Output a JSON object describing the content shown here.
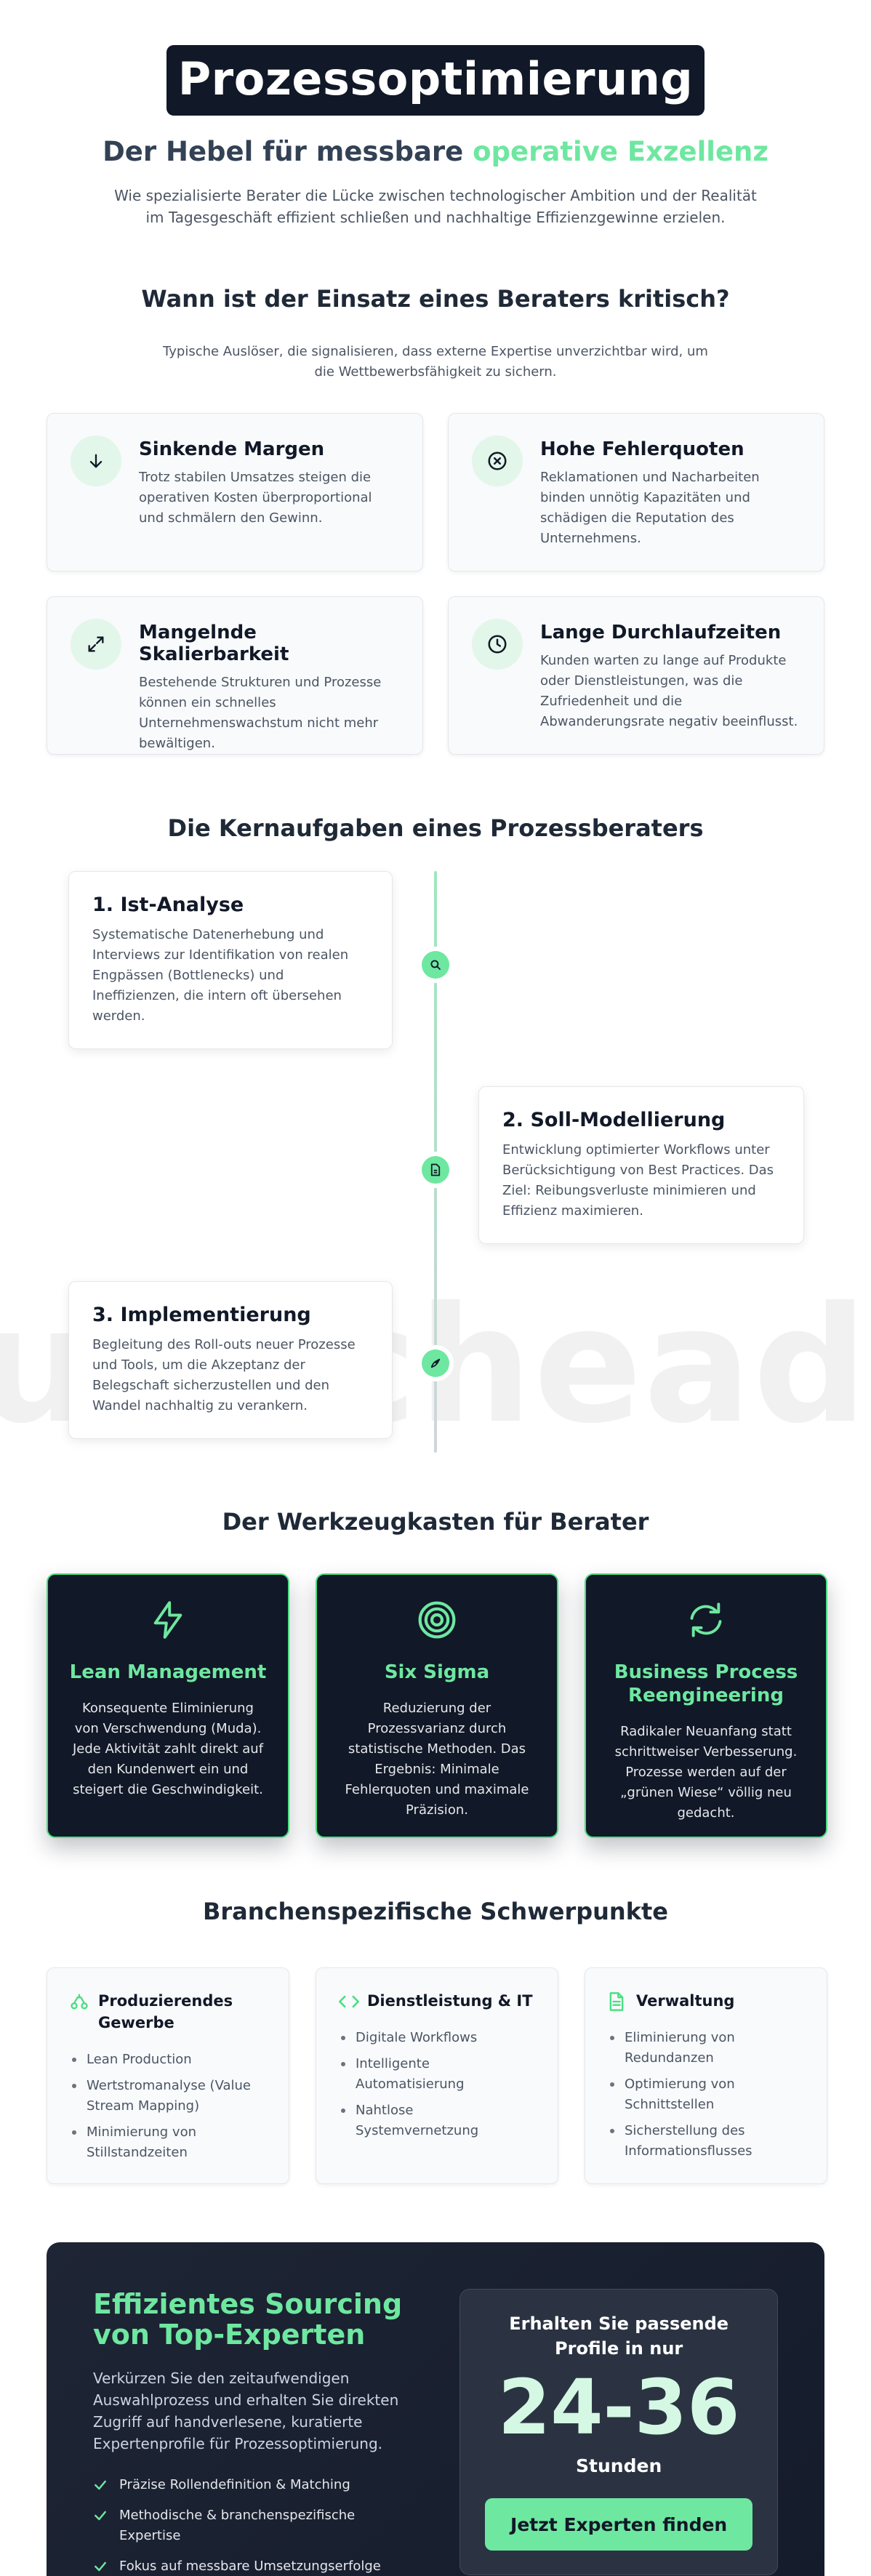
{
  "hero": {
    "title": "Prozessoptimierung",
    "subtitle_main": "Der Hebel für messbare ",
    "subtitle_accent": "operative Exzellenz",
    "description": "Wie spezialisierte Berater die Lücke zwischen technologischer Ambition und der Realität im Tagesgeschäft effizient schließen und nachhaltige Effizienzgewinne erzielen."
  },
  "triggers": {
    "title": "Wann ist der Einsatz eines Beraters kritisch?",
    "description": "Typische Auslöser, die signalisieren, dass externe Expertise unverzichtbar wird, um die Wettbewerbsfähigkeit zu sichern.",
    "items": [
      {
        "icon": "arrow-down-icon",
        "title": "Sinkende Margen",
        "text": "Trotz stabilen Umsatzes steigen die operativen Kosten überproportional und schmälern den Gewinn."
      },
      {
        "icon": "x-circle-icon",
        "title": "Hohe Fehlerquoten",
        "text": "Reklamationen und Nacharbeiten binden unnötig Kapazitäten und schädigen die Reputation des Unternehmens."
      },
      {
        "icon": "expand-arrows-icon",
        "title": "Mangelnde Skalierbarkeit",
        "text": "Bestehende Strukturen und Prozesse können ein schnelles Unternehmenswachstum nicht mehr bewältigen."
      },
      {
        "icon": "clock-icon",
        "title": "Lange Durchlaufzeiten",
        "text": "Kunden warten zu lange auf Produkte oder Dienstleistungen, was die Zufriedenheit und die Abwanderungsrate negativ beeinflusst."
      }
    ]
  },
  "process": {
    "title": "Die Kernaufgaben eines Prozessberaters",
    "watermark": "ublicheads",
    "steps": [
      {
        "icon": "search-icon",
        "title": "1. Ist-Analyse",
        "text": "Systematische Datenerhebung und Interviews zur Identifikation von realen Engpässen (Bottlenecks) und Ineffizienzen, die intern oft übersehen werden."
      },
      {
        "icon": "document-icon",
        "title": "2. Soll-Modellierung",
        "text": "Entwicklung optimierter Workflows unter Berücksichtigung von Best Practices. Das Ziel: Reibungsverluste minimieren und Effizienz maximieren."
      },
      {
        "icon": "rocket-icon",
        "title": "3. Implementierung",
        "text": "Begleitung des Roll-outs neuer Prozesse und Tools, um die Akzeptanz der Belegschaft sicherzustellen und den Wandel nachhaltig zu verankern."
      }
    ]
  },
  "tools": {
    "title": "Der Werkzeugkasten für Berater",
    "items": [
      {
        "icon": "lightning-icon",
        "title": "Lean Management",
        "text": "Konsequente Eliminierung von Verschwendung (Muda). Jede Aktivität zahlt direkt auf den Kundenwert ein und steigert die Geschwindigkeit."
      },
      {
        "icon": "target-icon",
        "title": "Six Sigma",
        "text": "Reduzierung der Prozessvarianz durch statistische Methoden. Das Ergebnis: Minimale Fehlerquoten und maximale Präzision."
      },
      {
        "icon": "refresh-icon",
        "title": "Business Process Reengineering",
        "text": "Radikaler Neuanfang statt schrittweiser Verbesserung. Prozesse werden auf der „grünen Wiese“ völlig neu gedacht."
      }
    ]
  },
  "sectors": {
    "title": "Branchenspezifische Schwerpunkte",
    "items": [
      {
        "icon": "industry-icon",
        "title": "Produzierendes Gewerbe",
        "points": [
          "Lean Production",
          "Wertstromanalyse (Value Stream Mapping)",
          "Minimierung von Stillstandzeiten"
        ]
      },
      {
        "icon": "code-icon",
        "title": "Dienstleistung & IT",
        "points": [
          "Digitale Workflows",
          "Intelligente Automatisierung",
          "Nahtlose Systemvernetzung"
        ]
      },
      {
        "icon": "file-text-icon",
        "title": "Verwaltung",
        "points": [
          "Eliminierung von Redundanzen",
          "Optimierung von Schnittstellen",
          "Sicherstellung des Informationsflusses"
        ]
      }
    ]
  },
  "cta": {
    "title": "Effizientes Sourcing von Top-Experten",
    "description": "Verkürzen Sie den zeitaufwendigen Auswahlprozess und erhalten Sie direkten Zugriff auf handverlesene, kuratierte Expertenprofile für Prozessoptimierung.",
    "points": [
      "Präzise Rollendefinition & Matching",
      "Methodische & branchenspezifische Expertise",
      "Fokus auf messbare Umsetzungserfolge"
    ],
    "box_lead": "Erhalten Sie passende Profile in nur",
    "box_number": "24-36",
    "box_unit": "Stunden",
    "button_label": "Jetzt Experten finden"
  },
  "colors": {
    "accent": "#6ee7a0",
    "dark": "#111827",
    "card": "#f8fafc"
  }
}
